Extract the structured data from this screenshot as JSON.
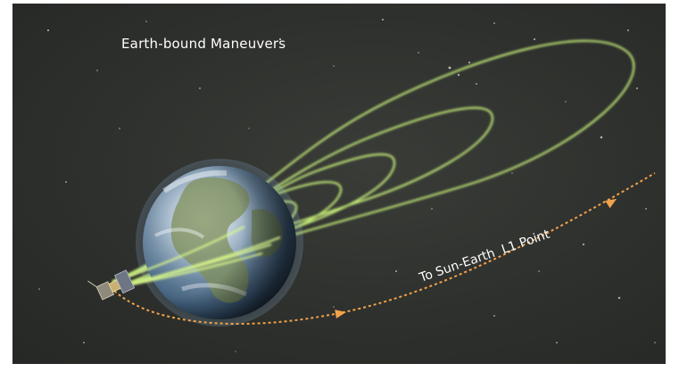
{
  "diagram": {
    "title": "Earth-bound Maneuvers",
    "trajectory_label": "To Sun-Earth  L1 Point",
    "elements": {
      "earth": "earth",
      "spacecraft": "spacecraft",
      "orbits": "earth-bound-orbits",
      "trajectory": "transfer-trajectory"
    },
    "colors": {
      "background": "#2e302d",
      "orbit_green": "#c9f27a",
      "trajectory_orange": "#f2a24a",
      "text": "#ffffff"
    }
  }
}
